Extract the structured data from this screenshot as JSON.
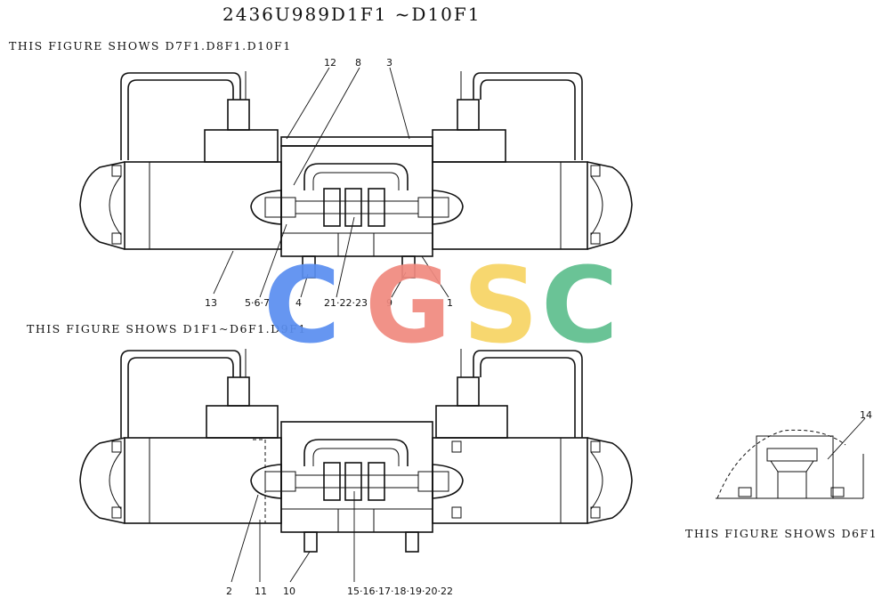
{
  "title": "2436U989D1F1 ~D10F1",
  "captions": {
    "top": "THIS FIGURE SHOWS D7F1.D8F1.D10F1",
    "middle": "THIS FIGURE SHOWS D1F1~D6F1.D9F1",
    "detail": "THIS FIGURE SHOWS D6F1"
  },
  "callouts_top": [
    "12",
    "8",
    "3",
    "13",
    "5·6·7",
    "4",
    "21·22·23",
    "9",
    "1"
  ],
  "callouts_bottom": [
    "2",
    "11",
    "10",
    "15·16·17·18·19·20·22"
  ],
  "callout_detail": "14",
  "watermark": {
    "letters": [
      "C",
      "G",
      "S",
      "C"
    ],
    "colors": [
      "#5b8ff0",
      "#f08a80",
      "#f7d565",
      "#5fbf8f"
    ]
  }
}
